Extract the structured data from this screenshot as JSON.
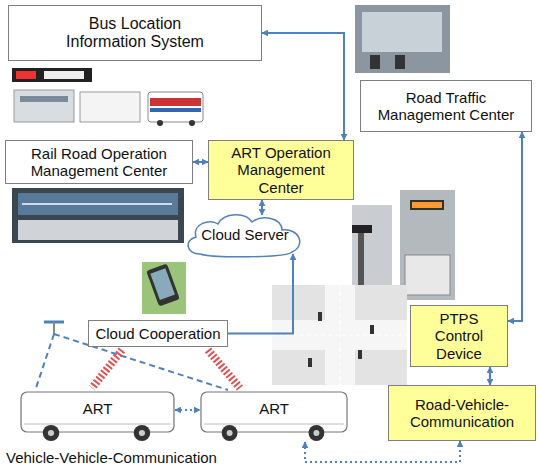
{
  "diagram": {
    "nodes": [
      {
        "text": [
          "Bus Location Information System"
        ]
      },
      {
        "text": [
          "Road Traffic Management Center"
        ]
      },
      {
        "text": [
          "Rail Road Operation Management Center"
        ]
      },
      {
        "text": [
          "ART Operation Management Center"
        ]
      },
      {
        "text": [
          "Cloud Server"
        ]
      },
      {
        "text": [
          "Cloud Cooperation"
        ]
      },
      {
        "text": [
          "PTPS Control Device"
        ]
      },
      {
        "text": [
          "ART"
        ]
      },
      {
        "text": [
          "ART"
        ]
      },
      {
        "text": [
          "Road-Vehicle-Communication"
        ]
      }
    ],
    "edges": [
      {
        "from": 0,
        "to": 3,
        "arrow": "both"
      },
      {
        "from": 2,
        "to": 3,
        "arrow": "both"
      },
      {
        "from": 3,
        "to": 4,
        "arrow": "both"
      },
      {
        "from": 1,
        "to": 6,
        "arrow": "both"
      },
      {
        "from": 6,
        "to": 9,
        "arrow": "both"
      },
      {
        "from": 5,
        "to": 4,
        "arrow": "to"
      },
      {
        "from": 7,
        "to": 8,
        "arrow": "both"
      },
      {
        "from": 8,
        "to": 9,
        "arrow": "both"
      }
    ],
    "labels": [
      "Vehicle-Vehicle-Communication"
    ]
  }
}
